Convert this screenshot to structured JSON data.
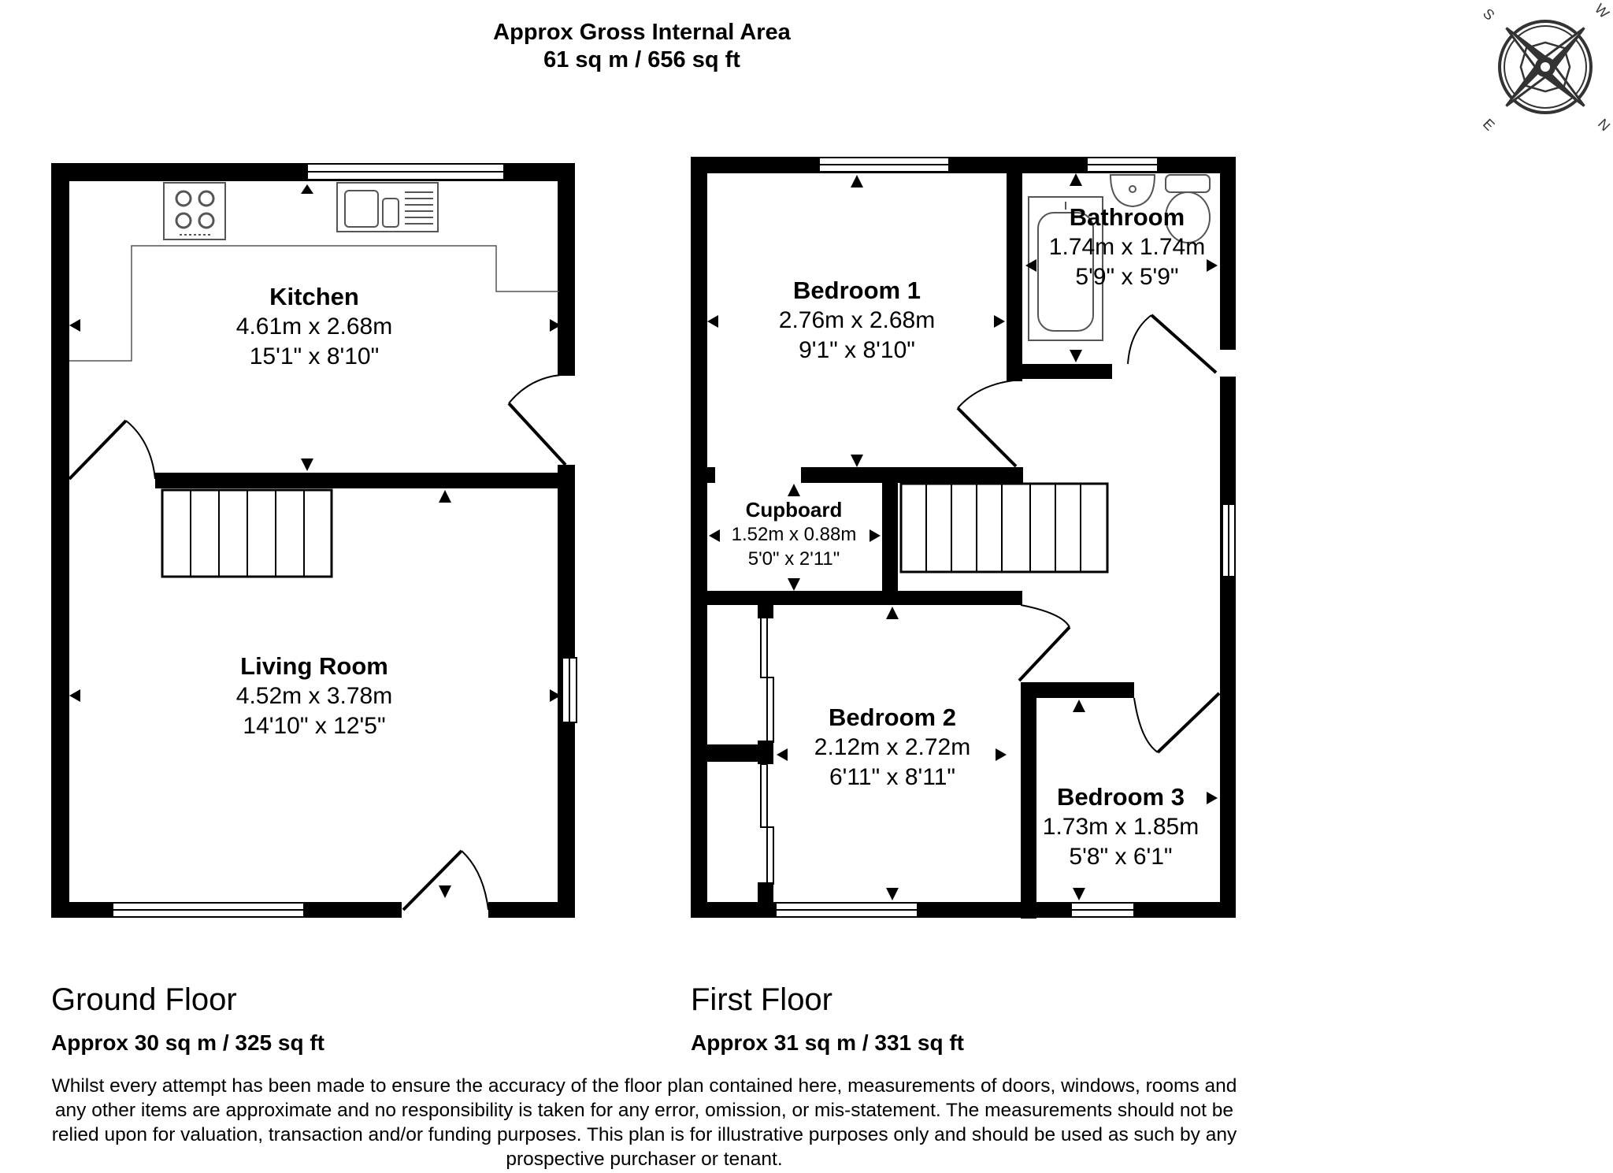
{
  "header": {
    "line1": "Approx Gross Internal Area",
    "line2": "61 sq m / 656 sq ft"
  },
  "compass": {
    "letters": [
      "S",
      "W",
      "N",
      "E"
    ]
  },
  "rooms": {
    "kitchen": {
      "name": "Kitchen",
      "metric": "4.61m x 2.68m",
      "imperial": "15'1\" x 8'10\""
    },
    "living": {
      "name": "Living Room",
      "metric": "4.52m x 3.78m",
      "imperial": "14'10\" x 12'5\""
    },
    "bedroom1": {
      "name": "Bedroom 1",
      "metric": "2.76m x 2.68m",
      "imperial": "9'1\" x 8'10\""
    },
    "bathroom": {
      "name": "Bathroom",
      "metric": "1.74m x 1.74m",
      "imperial": "5'9\" x 5'9\""
    },
    "cupboard": {
      "name": "Cupboard",
      "metric": "1.52m x 0.88m",
      "imperial": "5'0\" x 2'11\""
    },
    "bedroom2": {
      "name": "Bedroom 2",
      "metric": "2.12m x 2.72m",
      "imperial": "6'11\" x 8'11\""
    },
    "bedroom3": {
      "name": "Bedroom 3",
      "metric": "1.73m x 1.85m",
      "imperial": "5'8\" x 6'1\""
    }
  },
  "floors": {
    "ground": {
      "title": "Ground Floor",
      "area": "Approx 30 sq m / 325 sq ft"
    },
    "first": {
      "title": "First Floor",
      "area": "Approx 31 sq m / 331 sq ft"
    }
  },
  "disclaimer": [
    "Whilst every attempt has been made to ensure the accuracy of the floor plan contained here, measurements of doors, windows, rooms and",
    "any other items are approximate and no responsibility is taken for any error, omission, or mis-statement. The measurements should not be",
    "relied upon for valuation, transaction and/or funding purposes. This plan is for illustrative purposes only and should be used as such by any",
    "prospective purchaser or tenant."
  ],
  "colors": {
    "wall": "#000000",
    "fixture_line": "#555555",
    "background": "#ffffff"
  }
}
